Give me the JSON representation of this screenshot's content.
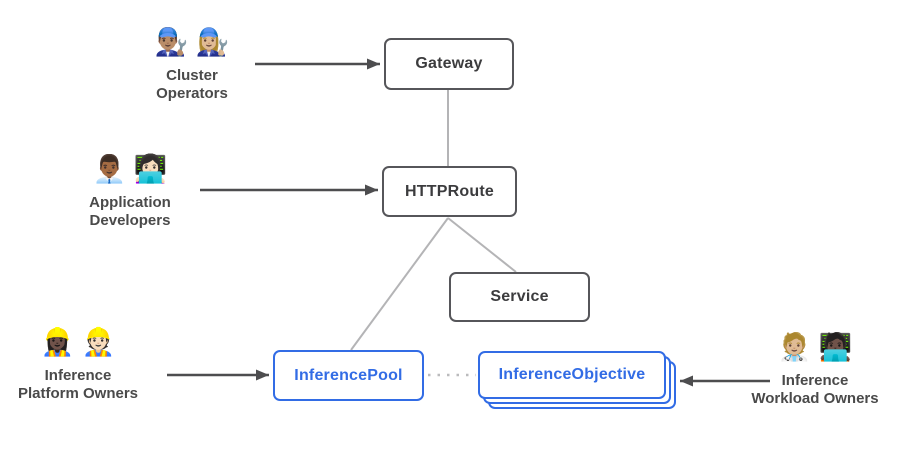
{
  "personas": {
    "cluster_operators": {
      "emojis": "👨🏽‍🔧 👩🏼‍🔧",
      "line1": "Cluster",
      "line2": "Operators"
    },
    "application_developers": {
      "emojis": "👨🏾‍💼 👩🏻‍💻",
      "line1": "Application",
      "line2": "Developers"
    },
    "inference_platform_owners": {
      "emojis": "👷🏿‍♀️ 👷🏻",
      "line1": "Inference",
      "line2": "Platform Owners"
    },
    "inference_workload_owners": {
      "emojis": "🧑🏼‍⚕️ 🧑🏿‍💻",
      "line1": "Inference",
      "line2": "Workload Owners"
    }
  },
  "nodes": {
    "gateway": {
      "label": "Gateway"
    },
    "httproute": {
      "label": "HTTPRoute"
    },
    "service": {
      "label": "Service"
    },
    "inference_pool": {
      "label": "InferencePool"
    },
    "inference_objective": {
      "label": "InferenceObjective"
    }
  },
  "colors": {
    "kubernetes_blue": "#326CE5",
    "node_border_gray": "#56565A",
    "node_text_gray": "#3C3C3E",
    "arrow_gray": "#4D4D4F",
    "connector_gray": "#B4B4B6",
    "label_gray": "#4A4A4A"
  }
}
